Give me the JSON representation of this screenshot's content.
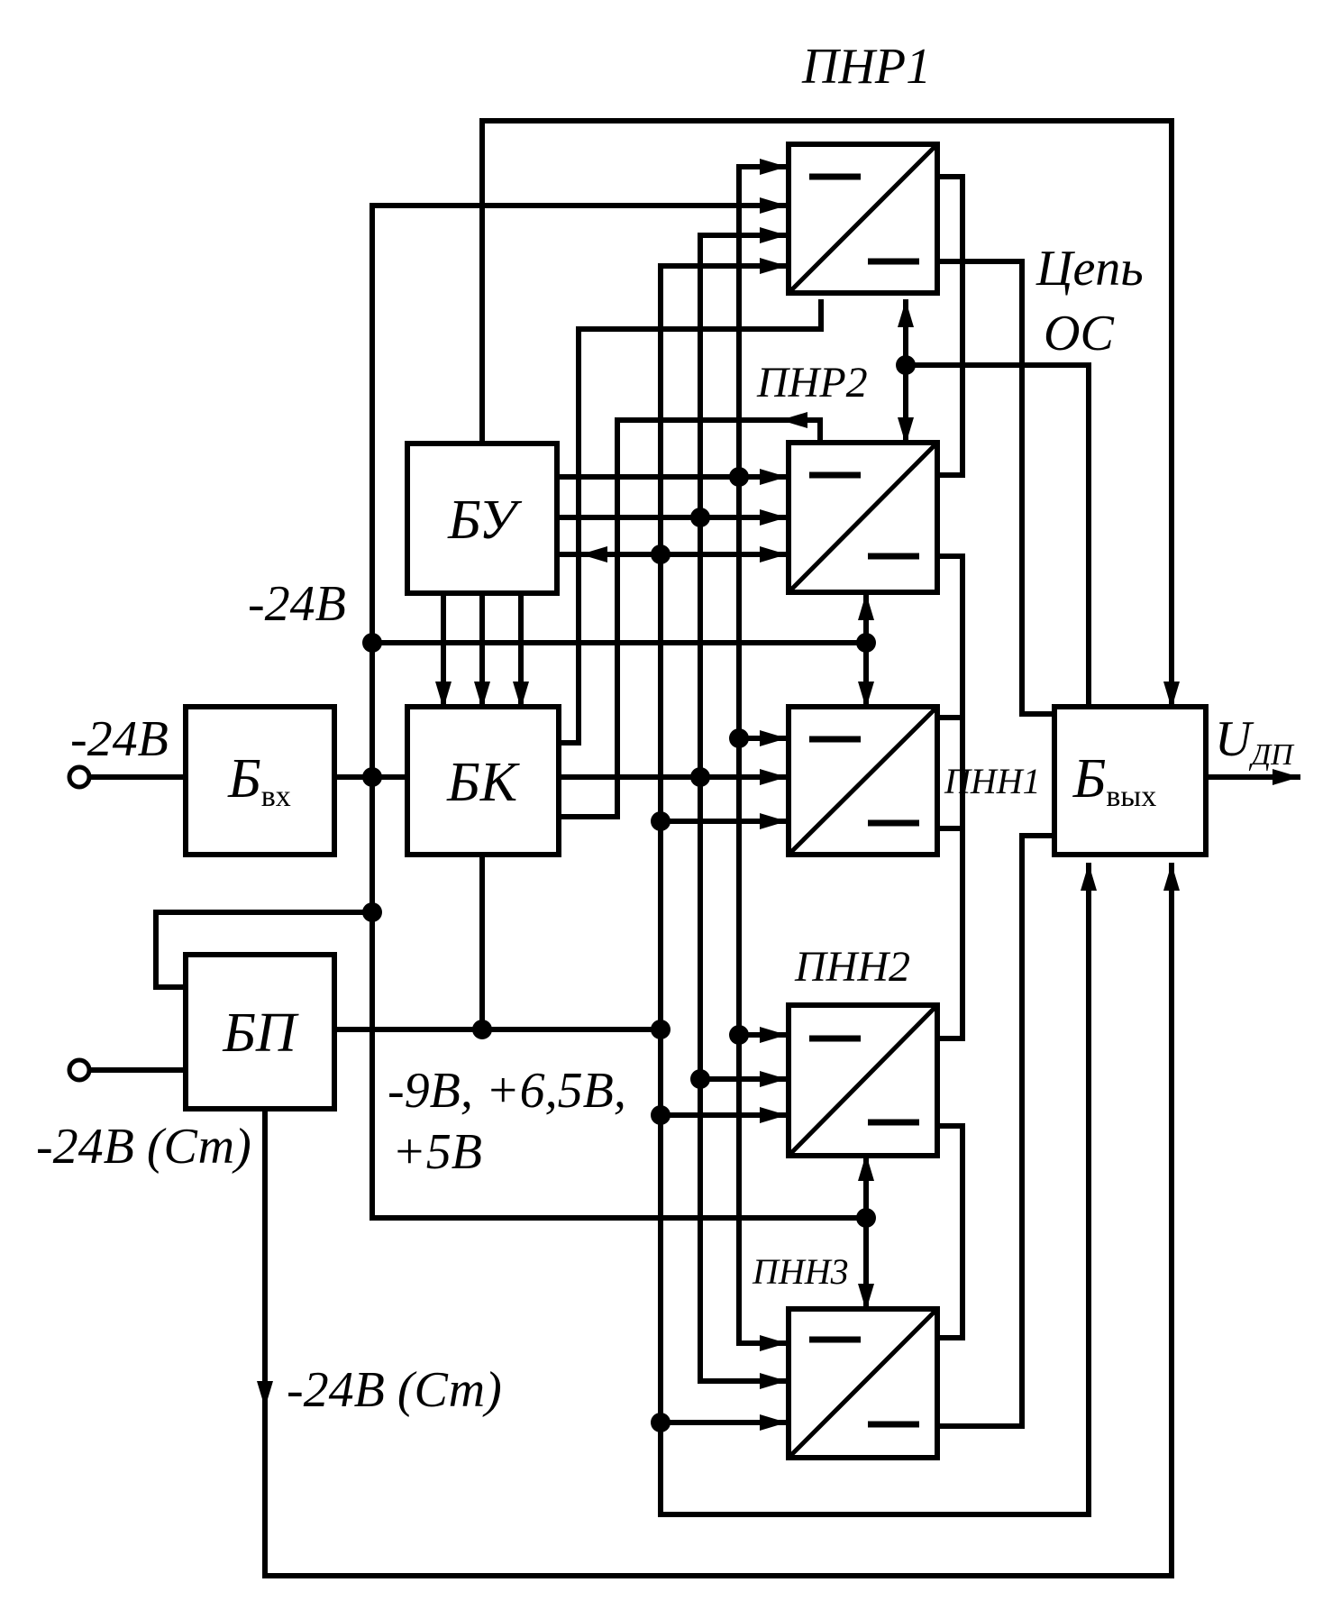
{
  "blocks": {
    "bvx": {
      "main": "Б",
      "sub": "вх"
    },
    "bp": {
      "main": "БП"
    },
    "bu": {
      "main": "БУ"
    },
    "bk": {
      "main": "БК"
    },
    "bvyx": {
      "main": "Б",
      "sub": "вых"
    }
  },
  "converters": {
    "pnr1": "ПНР1",
    "pnr2": "ПНР2",
    "pnn1": "ПНН1",
    "pnn2": "ПНН2",
    "pnn3": "ПНН3"
  },
  "labels": {
    "input_voltage": "-24В",
    "input_voltage_st": "-24В (Ст)",
    "bus_voltage": "-24В",
    "supply_line1": "-9В,  +6,5В,",
    "supply_line2": "+5В",
    "output_voltage_st": "-24В (Ст)",
    "feedback_line1": "Цепь",
    "feedback_line2": "ОС",
    "output_u_main": "U",
    "output_u_sub": "ДП"
  }
}
